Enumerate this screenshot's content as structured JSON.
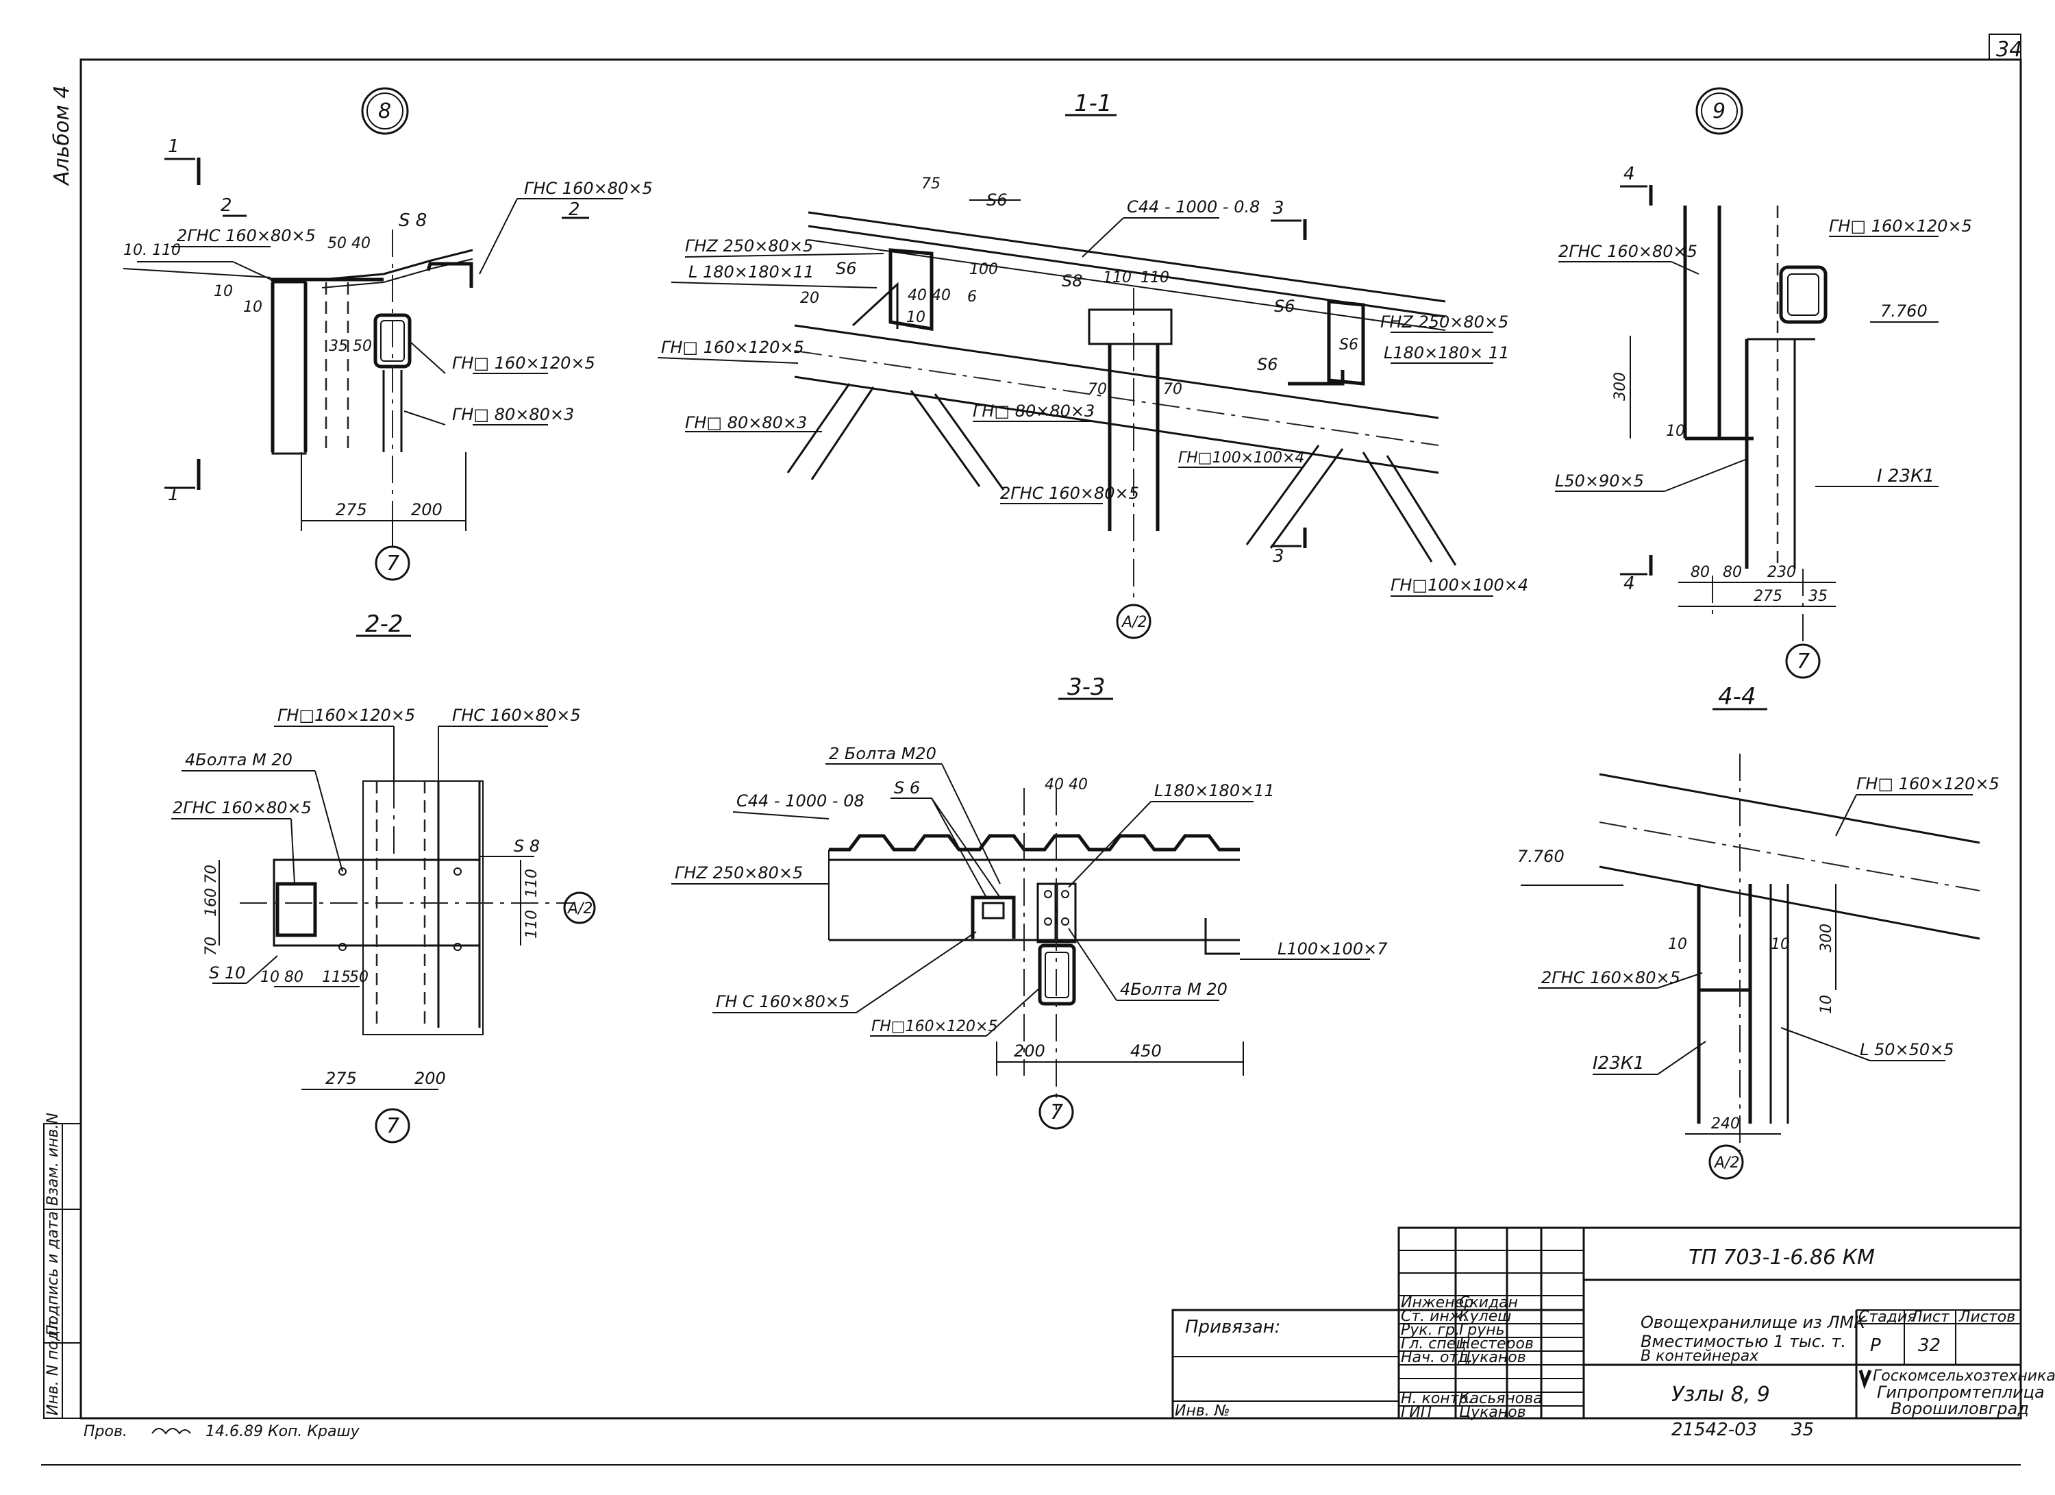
{
  "sheet_number": "34",
  "album_label": "Альбом 4",
  "left_stamp": {
    "inv_orig": "Инв. N подл.",
    "sign_date": "Подпись и дата",
    "vzam": "Взам. инв.N"
  },
  "nodes": {
    "node8": "8",
    "node9": "9",
    "axis7": "7",
    "axisA2": "А/2"
  },
  "section_titles": {
    "s11": "1-1",
    "s22": "2-2",
    "s33": "3-3",
    "s44": "4-4"
  },
  "cut_marks": {
    "m1": "1",
    "m2": "2",
    "m3": "3",
    "m4": "4"
  },
  "node8_labels": {
    "gns_top": "ГНС 160×80×5",
    "gns_left": "2ГНС 160×80×5",
    "level": "10. 110",
    "s8": "S 8",
    "gnp160": "ГН□ 160×120×5",
    "gnp80": "ГН□ 80×80×3",
    "d5040": "50 40",
    "d3550": "35 50",
    "d10a": "10",
    "d10b": "10",
    "d275": "275",
    "d200": "200"
  },
  "sec11_labels": {
    "c44": "С44 - 1000 - 0.8",
    "gnz_left": "ГНZ 250×80×5",
    "l180_left": "L 180×180×11",
    "s6a": "S6",
    "s6b": "S6",
    "s6c": "S6",
    "s6d": "S6",
    "s6e": "S6",
    "gnp160": "ГН□ 160×120×5",
    "gnp80a": "ГН□ 80×80×3",
    "gnp80b": "ГН□ 80×80×3",
    "s8": "S8",
    "gnz_right": "ГНZ 250×80×5",
    "l180_right": "L180×180× 11",
    "gns2": "2ГНС 160×80×5",
    "gnp100a": "ГН□100×100×4",
    "gnp100b": "ГН□100×100×4",
    "d75": "75",
    "d100": "100",
    "d6": "6",
    "d4040": "40 40",
    "d110a": "110",
    "d110b": "110",
    "d20": "20",
    "d10": "10",
    "d70a": "70",
    "d70b": "70"
  },
  "node9_labels": {
    "gns_left": "2ГНС 160×80×5",
    "gnp160": "ГН□ 160×120×5",
    "level": "7.760",
    "d300": "300",
    "d10": "10",
    "angle": "L50×90×5",
    "beam": "I 23К1",
    "d80a": "80",
    "d80b": "80",
    "d230": "230",
    "d275": "275",
    "d35": "35"
  },
  "sec22_labels": {
    "gnp160": "ГН□160×120×5",
    "gns_top": "ГНС 160×80×5",
    "bolts": "4Болта М 20",
    "gns_left": "2ГНС 160×80×5",
    "s8": "S 8",
    "s10": "S 10",
    "d70a": "70",
    "d160": "160",
    "d70b": "70",
    "d110a": "110",
    "d110b": "110",
    "d10": "10",
    "d80": "80",
    "d115": "115",
    "d50": "50",
    "d275": "275",
    "d200": "200"
  },
  "sec33_labels": {
    "bolts2": "2 Болта М20",
    "s6": "S 6",
    "d4040": "40 40",
    "l180": "L180×180×11",
    "c44": "С44 - 1000 - 08",
    "gnz": "ГНZ 250×80×5",
    "l100": "L100×100×7",
    "gns": "ГН С 160×80×5",
    "bolts4": "4Болта М 20",
    "gnp160": "ГН□160×120×5",
    "d200": "200",
    "d450": "450"
  },
  "sec44_labels": {
    "gnp160": "ГН□ 160×120×5",
    "level": "7.760",
    "d10a": "10",
    "d10b": "10",
    "d300": "300",
    "d10c": "10",
    "gns": "2ГНС 160×80×5",
    "beam": "I23К1",
    "angle": "L 50×50×5",
    "d240": "240"
  },
  "title_block": {
    "code": "ТП 703-1-6.86 КМ",
    "bound": "Привязан:",
    "inv": "Инв. №",
    "roles": [
      "Инженер",
      "Ст. инж.",
      "Рук. гр.",
      "Гл. спец.",
      "Нач. отд.",
      "",
      "Н. контр.",
      "ГИП"
    ],
    "names": [
      "Скидан",
      "Кулеш",
      "Грунь",
      "Нестеров",
      "Цуканов",
      "",
      "Касьянова",
      "Цуканов"
    ],
    "desc1": "Овощехранилище из ЛМК",
    "desc2": "Вместимостью 1 тыс. т.",
    "desc3": "В контейнерах",
    "sheet_title": "Узлы 8, 9",
    "stage_h": "Стадия",
    "sheet_h": "Лист",
    "sheets_h": "Листов",
    "stage": "Р",
    "sheet": "32",
    "org1": "Госкомсельхозтехника",
    "org2": "Гипропромтеплица",
    "org3": "Ворошиловград"
  },
  "footer": {
    "checked": "Пров.",
    "checked_note": "14.6.89 Коп. Крашу",
    "doc_number": "21542-03",
    "page": "35"
  }
}
